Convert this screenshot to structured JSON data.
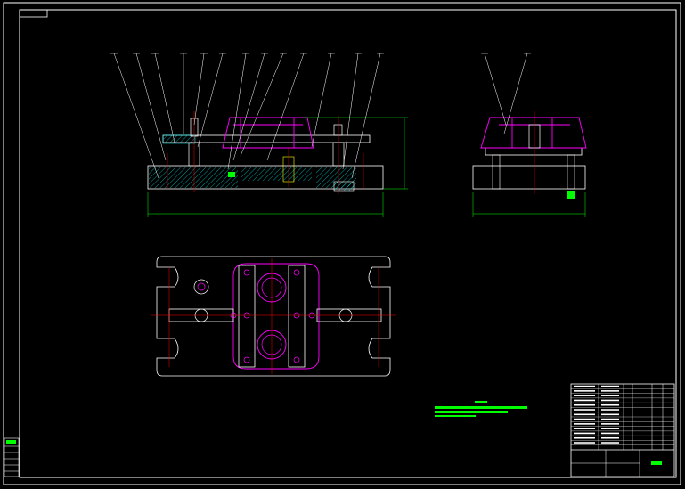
{
  "drawing": {
    "background": "#000000",
    "colors": {
      "outline": "#ffffff",
      "center_line": "#ff0000",
      "fixture_part": "#ff00ff",
      "hatch": "#00ffff",
      "dimension": "#00ff00",
      "bolt": "#ffff00"
    },
    "leader_labels_front": [
      "1",
      "2",
      "3",
      "4",
      "5",
      "6",
      "7",
      "8",
      "9",
      "10",
      "11",
      "12",
      "13"
    ],
    "leader_labels_side": [
      "14",
      "15"
    ],
    "title_block_rows": 14
  }
}
